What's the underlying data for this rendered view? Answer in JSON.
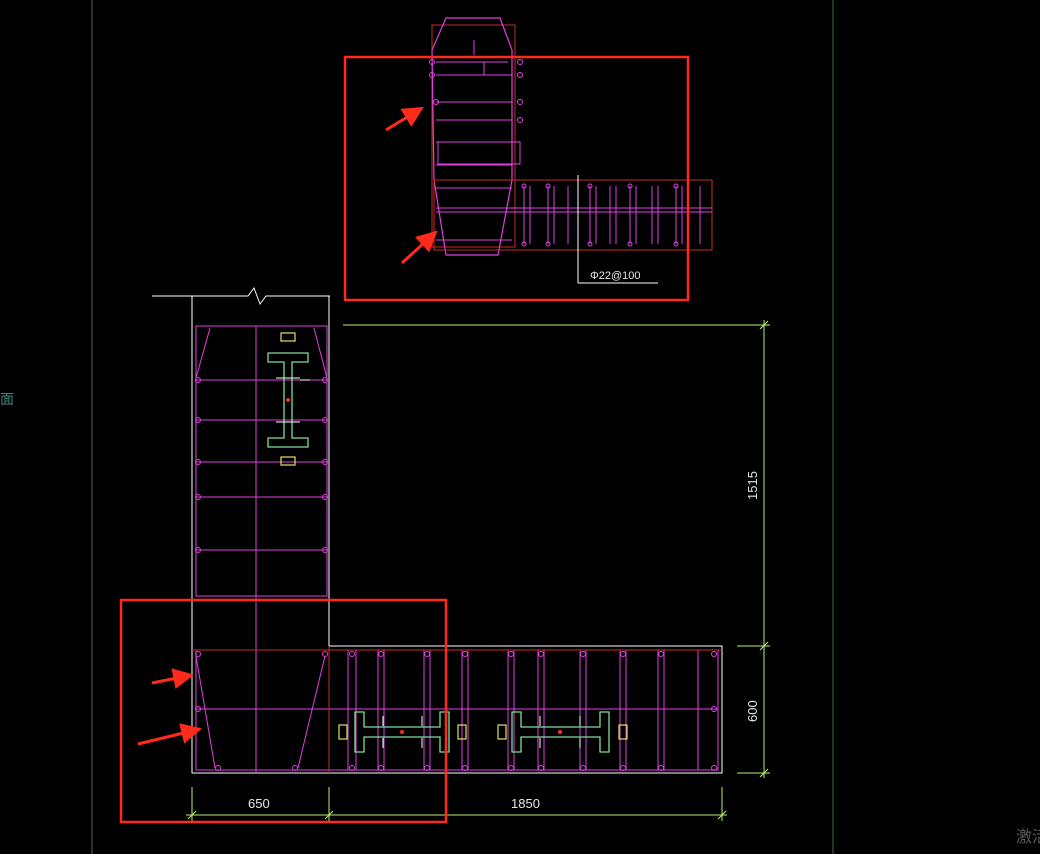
{
  "drawing": {
    "side_label": "面",
    "rebar_note": "Φ22@100",
    "dimensions": {
      "height_upper": "1515",
      "height_lower": "600",
      "width_left": "650",
      "width_right": "1850"
    },
    "watermark": "激活"
  },
  "colors": {
    "background": "#000000",
    "outline": "#ffffff",
    "rebar": "#e040e0",
    "stirrup": "#e040e0",
    "section_box": "#cc2a2a",
    "dimension": "#b8f070",
    "steel_green": "#7ddc9c",
    "steel_yellow": "#e6e060",
    "annotation_red": "#ff2a1a",
    "frame_line": "#4a7a4a"
  },
  "icons": {
    "arrow": "red-arrow-icon",
    "break": "break-line-icon"
  }
}
